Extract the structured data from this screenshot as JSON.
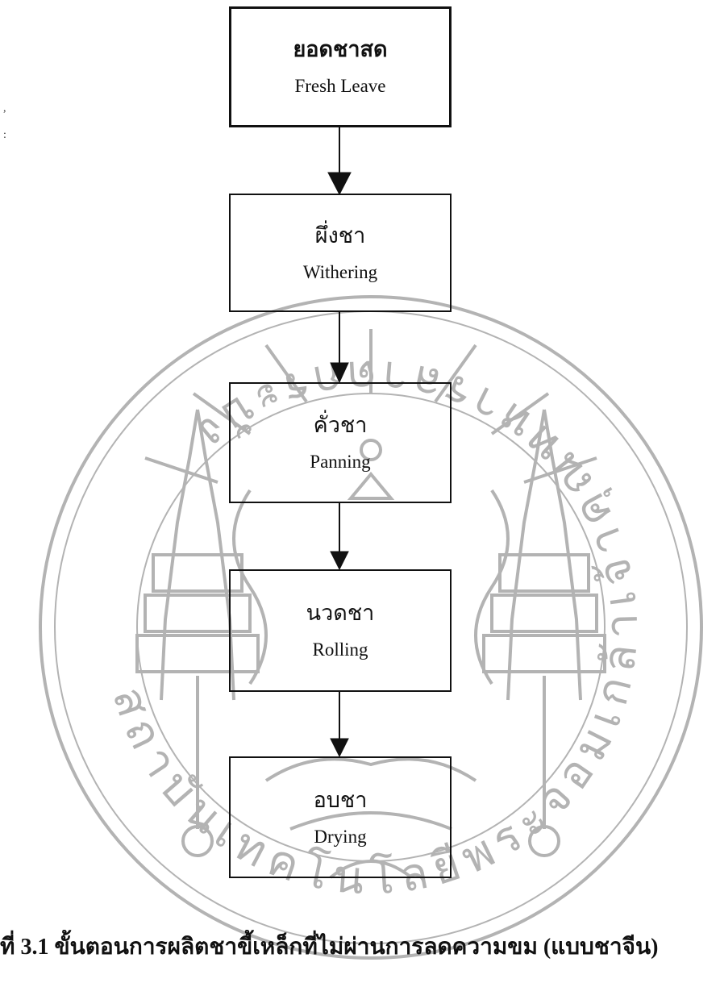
{
  "stray_marks": [
    ",",
    ":"
  ],
  "steps": [
    {
      "thai": "ยอดชาสด",
      "english": "Fresh Leave"
    },
    {
      "thai": "ผึ่งชา",
      "english": "Withering"
    },
    {
      "thai": "คั่วชา",
      "english": "Panning"
    },
    {
      "thai": "นวดชา",
      "english": "Rolling"
    },
    {
      "thai": "อบชา",
      "english": "Drying"
    }
  ],
  "caption": "ที่ 3.1 ขั้นตอนการผลิตชาขี้เหล็กที่ไม่ผ่านการลดความขม (แบบชาจีน)",
  "watermark": {
    "ring_text": "สถาบันเทคโนโลยีพระจอมเกล้าเจ้าคุณทหารลาดกระบัง",
    "color": "#b3b3b3"
  }
}
